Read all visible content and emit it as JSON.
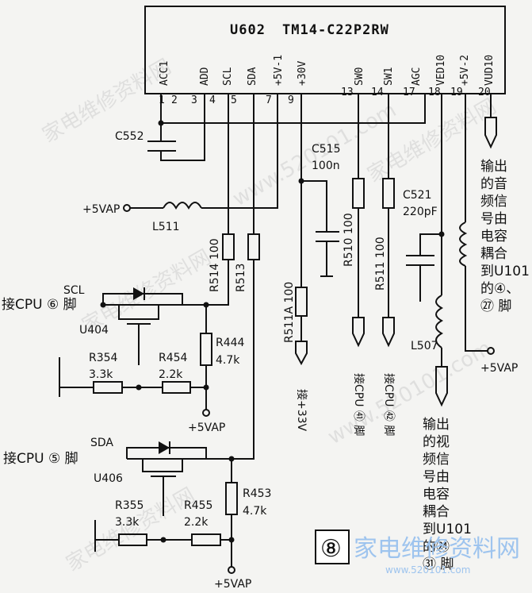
{
  "chip": {
    "designator": "U602",
    "part_number": "TM14-C22P2RW",
    "pin_names": [
      "ACC1",
      "ADD",
      "SCL",
      "SDA",
      "+5V-1",
      "+30V",
      "SW0",
      "SW1",
      "AGC",
      "VED10",
      "+5V-2",
      "VUD10"
    ],
    "pin_numbers": [
      "1",
      "2",
      "3",
      "4",
      "5",
      "7",
      "9",
      "13",
      "14",
      "17",
      "18",
      "19",
      "20"
    ]
  },
  "components": {
    "c552": "C552",
    "c515": "C515",
    "c515_value": "100n",
    "c521": "C521",
    "c521_value": "220pF",
    "l511": "L511",
    "l507": "L507",
    "r514": "R514 100",
    "r513": "R513",
    "r510": "R510 100",
    "r511": "R511 100",
    "r511a": "R511A 100",
    "r444": "R444",
    "r444_value": "4.7k",
    "r354": "R354",
    "r354_value": "3.3k",
    "r454": "R454",
    "r454_value": "2.2k",
    "r453": "R453",
    "r453_value": "4.7k",
    "r355": "R355",
    "r355_value": "3.3k",
    "r455": "R455",
    "r455_value": "2.2k",
    "u404": "U404",
    "u406": "U406"
  },
  "nets": {
    "vap_left": "+5VAP",
    "vap_mid": "+5VAP",
    "vap_bottom": "+5VAP",
    "vap_right": "+5VAP",
    "scl": "SCL",
    "sda": "SDA",
    "cpu6": "接CPU ⑥ 脚",
    "cpu5": "接CPU ⑤ 脚",
    "v33": "接+33V",
    "cpu41": "接CPU ㊶ 脚",
    "cpu42": "接CPU ㊷ 脚"
  },
  "notes": {
    "audio_output": [
      "输出",
      "的音",
      "频信",
      "号由",
      "电容",
      "耦合",
      "到U101",
      "的④、",
      "㉗ 脚"
    ],
    "video_output": [
      "输出",
      "的视",
      "频信",
      "号由",
      "电容",
      "耦合",
      "到U101",
      "的㉔",
      "㉛ 脚"
    ]
  },
  "figure_number": "⑧",
  "watermark": {
    "site_name": "家电维修资料网",
    "url": "www.520101.com"
  }
}
